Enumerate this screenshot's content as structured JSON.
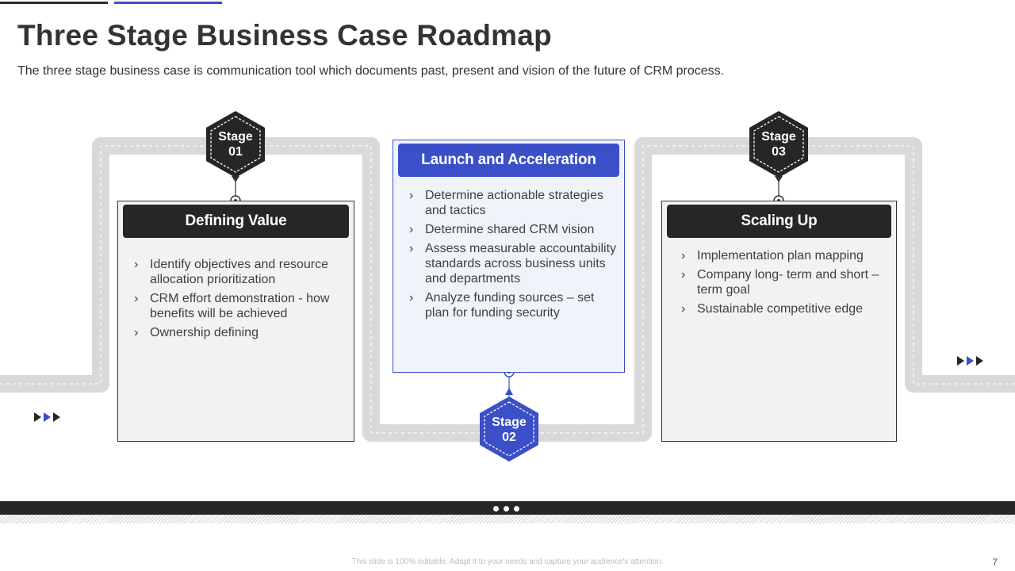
{
  "slide": {
    "title": "Three Stage Business Case Roadmap",
    "subtitle": "The three stage business case is communication tool which documents past, present and vision of the future of CRM process.",
    "footer_note": "This slide is 100% editable. Adapt it to your needs and capture your audience's attention.",
    "page_number": "7"
  },
  "colors": {
    "dark": "#262626",
    "accent": "#3a4fc8",
    "road": "#d9d9d9",
    "card_bg": "#f2f2f2",
    "card_bg_accent": "#f1f3fb"
  },
  "stages": [
    {
      "badge_word": "Stage",
      "badge_number": "01",
      "heading": "Defining Value",
      "bullets": [
        "Identify objectives and resource allocation prioritization",
        "CRM effort demonstration  - how benefits will be achieved",
        "Ownership defining"
      ]
    },
    {
      "badge_word": "Stage",
      "badge_number": "02",
      "heading": "Launch and Acceleration",
      "bullets": [
        "Determine actionable strategies and tactics",
        "Determine shared CRM vision",
        "Assess measurable accountability standards across business units and departments",
        "Analyze funding sources – set plan for funding security"
      ]
    },
    {
      "badge_word": "Stage",
      "badge_number": "03",
      "heading": "Scaling Up",
      "bullets": [
        "Implementation plan mapping",
        "Company long- term and short – term goal",
        "Sustainable competitive edge"
      ]
    }
  ],
  "icons": {
    "bullet": "chevron-right-icon",
    "progress_arrows": "triple-arrow-icon",
    "footer": "three-dots-icon"
  }
}
